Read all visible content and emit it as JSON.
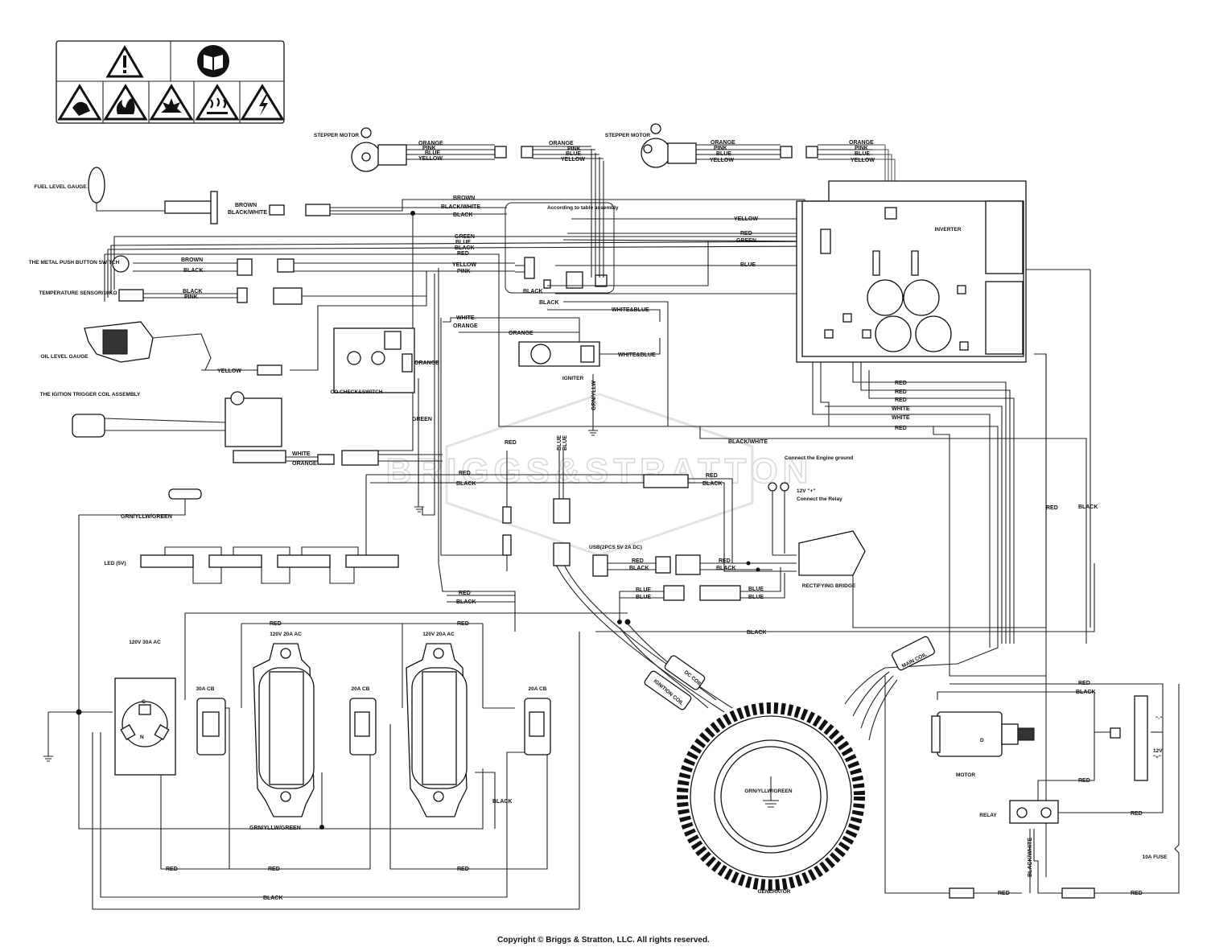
{
  "components": {
    "stepper_motor_1": "STEPPER MOTOR",
    "stepper_motor_2": "STEPPER MOTOR",
    "fuel_level_gauge": "FUEL LEVEL GAUGE",
    "metal_push_button": "THE METAL PUSH BUTTON SWITCH",
    "temperature_sensor": "TEMPERATURE SENSOR/10KΩ",
    "oil_level_gauge": "OIL LEVEL GAUGE",
    "ignition_trigger": "THE IGITION TRIGGER COIL ASSEMBLY",
    "co_check": "CO CHECK&SWITCH",
    "igniter": "IGNITER",
    "inverter": "INVERTER",
    "table_assembly_note": "According to table assembly",
    "led": "LED (5V)",
    "usb": "USB(2PCS 5V 2A DC)",
    "rectifying_bridge": "RECTIFYING BRIDGE",
    "connect_ground": "Connect the Engine ground",
    "connect_relay": "Connect the Relay",
    "relay_voltage": "12V \"+\"",
    "outlet_30a": "120V 30A AC",
    "outlet_20a_1": "120V 20A AC",
    "outlet_20a_2": "120V 20A AC",
    "cb_30a": "30A CB",
    "cb_20a_1": "20A CB",
    "cb_20a_2": "20A CB",
    "generator": "GENERATOR",
    "motor": "MOTOR",
    "relay": "RELAY",
    "fuse": "10A FUSE",
    "battery": "12V",
    "battery_minus": "\"-\"",
    "battery_plus": "\"+\"",
    "dc_coil": "DC COIL",
    "ignition_coil": "IGNITION COIL",
    "main_coil": "MAIN COIL",
    "outlet_n": "N",
    "outlet_g": "G",
    "motor_mark": "D"
  },
  "wires": {
    "orange": "ORANGE",
    "pink": "PINK",
    "blue": "BLUE",
    "yellow": "YELLOW",
    "brown": "BROWN",
    "black_white": "BLACK/WHITE",
    "black": "BLACK",
    "green": "GREEN",
    "red": "RED",
    "white": "WHITE",
    "white_blue": "WHITE&BLUE",
    "grn_yllw": "GRN/YLLW",
    "grn_yllw_green": "GRN/YLLW/GREEN"
  },
  "watermark": "BRIGGS&STRATTON",
  "copyright": "Copyright © Briggs & Stratton, LLC. All rights reserved.",
  "icons": [
    "warning-triangle-icon",
    "manual-book-icon",
    "hand-entanglement-icon",
    "fire-icon",
    "explosion-icon",
    "hot-surface-icon",
    "electric-shock-icon"
  ]
}
